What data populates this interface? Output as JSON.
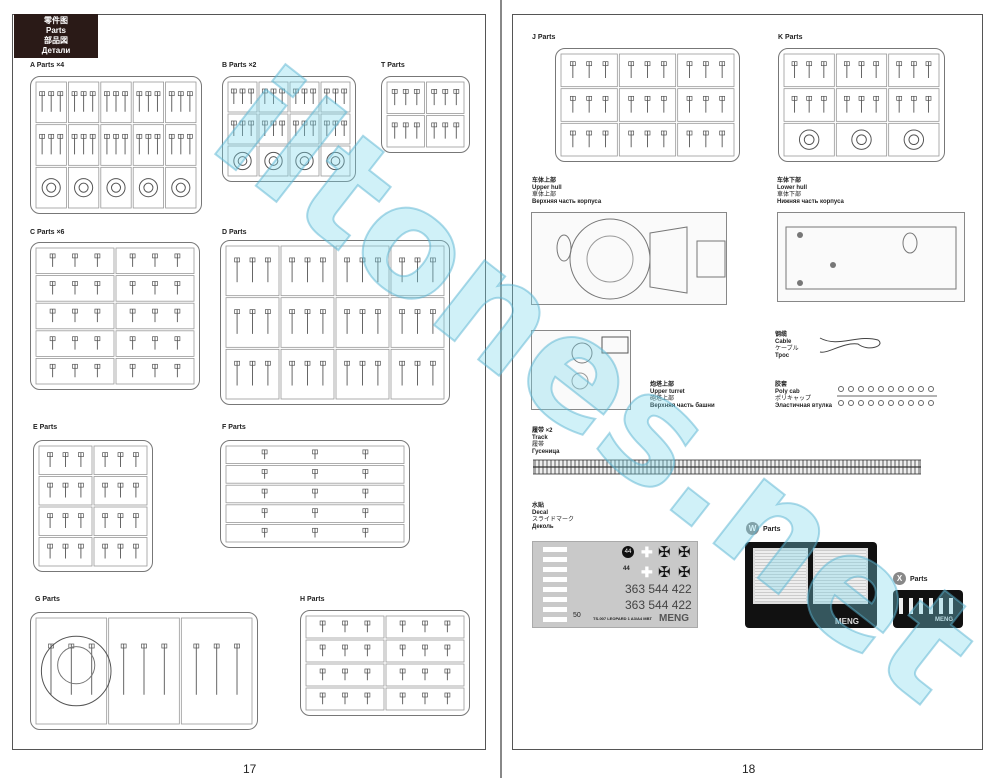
{
  "left_page": {
    "header": [
      "零件图",
      "Parts",
      "部品図",
      "Детали"
    ],
    "sprues": {
      "A": "A Parts  ×4",
      "B": "B Parts ×2",
      "T": "T Parts",
      "C": "C Parts  ×6",
      "D": "D Parts",
      "E": "E Parts",
      "F": "F Parts",
      "G": "G Parts",
      "H": "H Parts"
    },
    "page_number": "17"
  },
  "right_page": {
    "sprues": {
      "J": "J Parts",
      "K": "K Parts"
    },
    "upper_hull": [
      "车体上部",
      "Upper hull",
      "車体上部",
      "Верхняя часть корпуса"
    ],
    "lower_hull": [
      "车体下部",
      "Lower hull",
      "車体下部",
      "Нижняя часть корпуса"
    ],
    "upper_turret": [
      "炮塔上部",
      "Upper turret",
      "砲塔上部",
      "Верхняя часть башни"
    ],
    "cable": [
      "钢缆",
      "Cable",
      "ケーブル",
      "Трос"
    ],
    "poly_cap": [
      "胶套",
      "Poly cab",
      "ポリキャップ",
      "Эластичная втулка"
    ],
    "track": [
      "履带 ×2",
      "Track",
      "履帯",
      "Гусеница"
    ],
    "decal": [
      "水贴",
      "Decal",
      "スライドマーク",
      "Деколь"
    ],
    "decal_sheet": {
      "numbers_1": "363  544  422",
      "numbers_2": "363  544  422",
      "badge": "44",
      "small": "44",
      "fifty": "50",
      "brand": "MENG",
      "title": "TS-007 LEOPARD 1 A3/A4 MBT"
    },
    "w_parts": {
      "icon": "W",
      "label": "Parts",
      "brand": "MENG"
    },
    "x_parts": {
      "icon": "X",
      "label": "Parts",
      "brand": "MENG"
    },
    "page_number": "18"
  },
  "watermark": "iltones.net"
}
